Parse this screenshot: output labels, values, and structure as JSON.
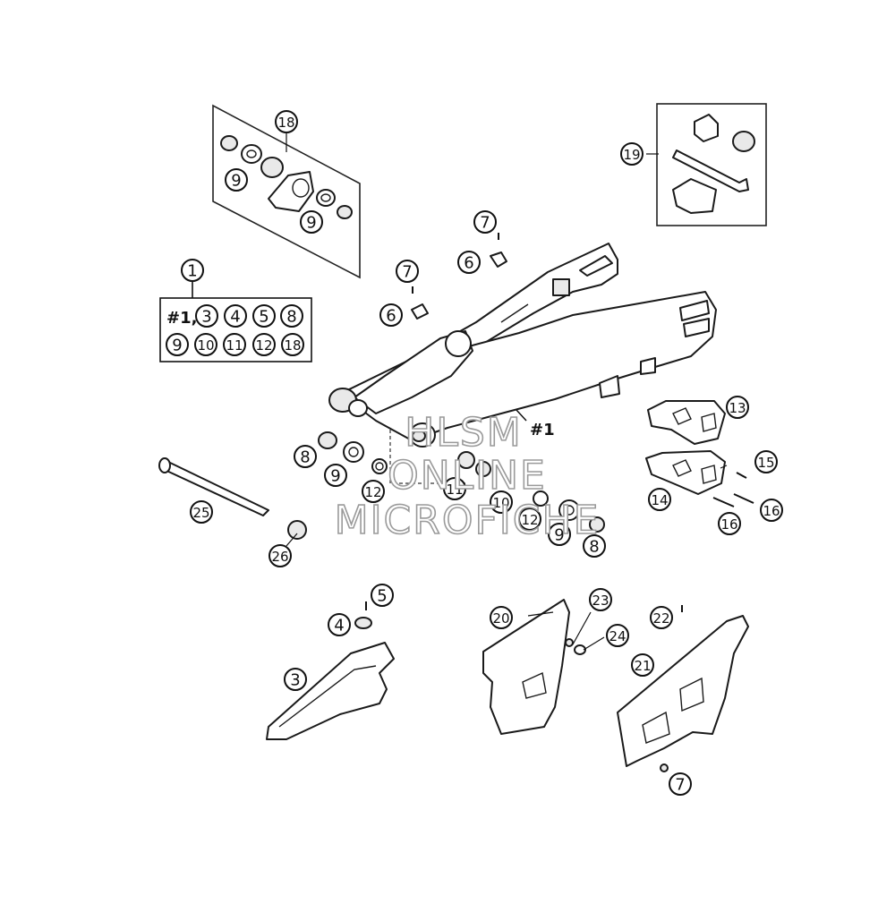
{
  "watermark": {
    "line1": "HLSM",
    "line2": "ONLINE",
    "line3": "MICROFICHE"
  },
  "assembly_label": "#1",
  "kit": {
    "header": "#1,",
    "row1": [
      "3",
      "4",
      "5",
      "8"
    ],
    "row2": [
      "9",
      "10",
      "11",
      "12",
      "18"
    ]
  },
  "callouts": [
    {
      "id": "1",
      "label": "1"
    },
    {
      "id": "18",
      "label": "18"
    },
    {
      "id": "9a",
      "label": "9"
    },
    {
      "id": "9b",
      "label": "9"
    },
    {
      "id": "19",
      "label": "19"
    },
    {
      "id": "7a",
      "label": "7"
    },
    {
      "id": "6a",
      "label": "6"
    },
    {
      "id": "7b",
      "label": "7"
    },
    {
      "id": "6b",
      "label": "6"
    },
    {
      "id": "13",
      "label": "13"
    },
    {
      "id": "14",
      "label": "14"
    },
    {
      "id": "15",
      "label": "15"
    },
    {
      "id": "16a",
      "label": "16"
    },
    {
      "id": "16b",
      "label": "16"
    },
    {
      "id": "8a",
      "label": "8"
    },
    {
      "id": "9c",
      "label": "9"
    },
    {
      "id": "12a",
      "label": "12"
    },
    {
      "id": "11",
      "label": "11"
    },
    {
      "id": "10",
      "label": "10"
    },
    {
      "id": "12b",
      "label": "12"
    },
    {
      "id": "9d",
      "label": "9"
    },
    {
      "id": "8b",
      "label": "8"
    },
    {
      "id": "25",
      "label": "25"
    },
    {
      "id": "26",
      "label": "26"
    },
    {
      "id": "5",
      "label": "5"
    },
    {
      "id": "4",
      "label": "4"
    },
    {
      "id": "3",
      "label": "3"
    },
    {
      "id": "20",
      "label": "20"
    },
    {
      "id": "23",
      "label": "23"
    },
    {
      "id": "24",
      "label": "24"
    },
    {
      "id": "22",
      "label": "22"
    },
    {
      "id": "21",
      "label": "21"
    },
    {
      "id": "7c",
      "label": "7"
    }
  ]
}
